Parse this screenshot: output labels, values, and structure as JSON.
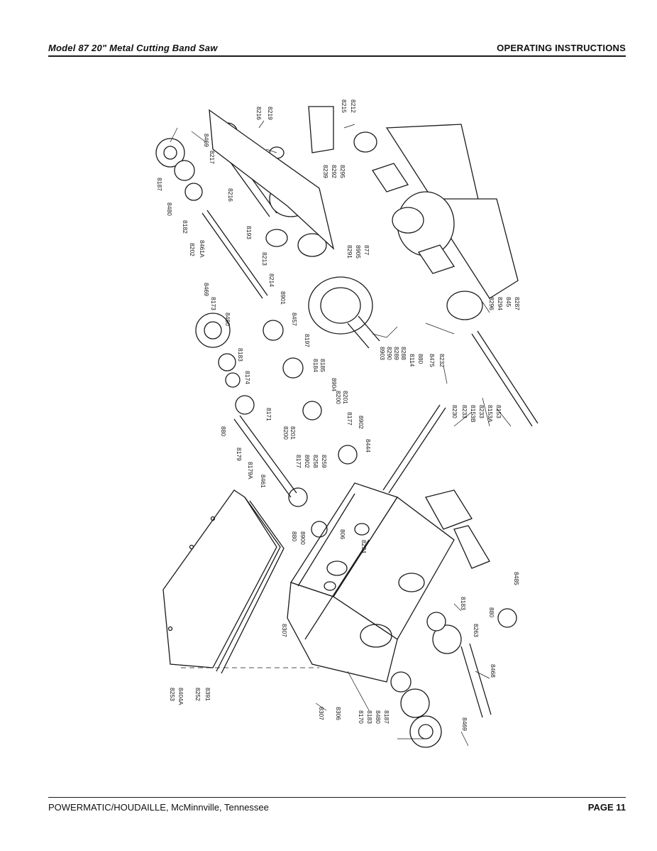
{
  "header": {
    "title": "Model 87 20\" Metal Cutting Band Saw",
    "section": "OPERATING INSTRUCTIONS"
  },
  "footer": {
    "company": "POWERMATIC/HOUDAILLE, McMinnville, Tennessee",
    "page": "PAGE 11"
  },
  "part_labels": [
    "8216",
    "8219",
    "8215",
    "8212",
    "8469",
    "8187",
    "8480",
    "8217",
    "8216",
    "8182",
    "8202",
    "8461A",
    "8193",
    "8239",
    "8292",
    "8295",
    "8291",
    "8905",
    "877",
    "8213",
    "8214",
    "8901",
    "8469",
    "8173",
    "8457",
    "8480",
    "8197",
    "8183",
    "8184",
    "8185",
    "8174",
    "8903",
    "8290",
    "8289",
    "8288",
    "8114",
    "880",
    "8475",
    "8232",
    "8296",
    "8294",
    "845",
    "8287",
    "8904",
    "8200",
    "8201",
    "880",
    "8171",
    "8177",
    "8902",
    "8444",
    "8179",
    "8179A",
    "8461",
    "8200",
    "8201",
    "8177",
    "8902",
    "8258",
    "8259",
    "8230",
    "8233",
    "8153B",
    "8233",
    "8153A",
    "8153",
    "880",
    "8900",
    "806",
    "8234",
    "8485",
    "8183",
    "880",
    "8263",
    "8468",
    "8307",
    "8253",
    "8404A",
    "8252",
    "8391",
    "8307",
    "8306",
    "8170",
    "8183",
    "8480",
    "8187",
    "8469"
  ]
}
